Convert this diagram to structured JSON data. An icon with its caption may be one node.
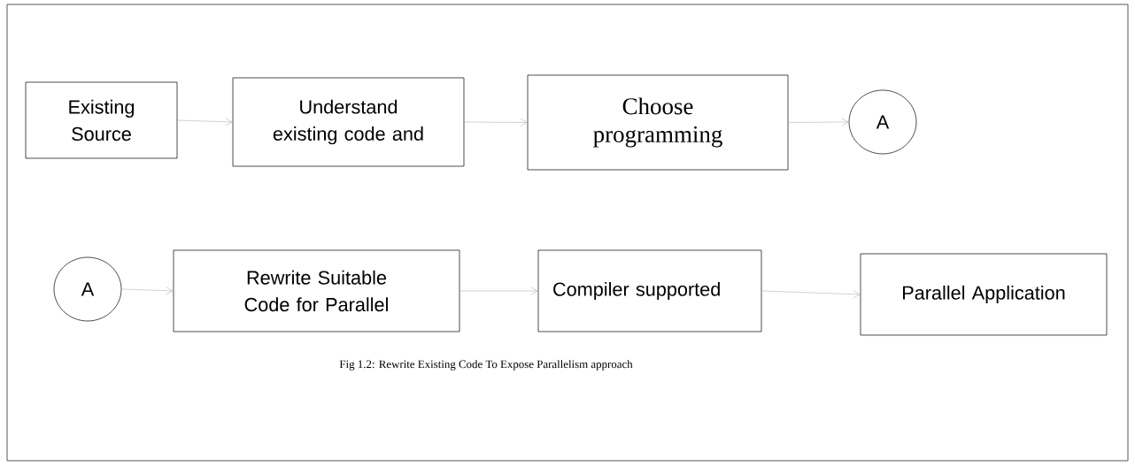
{
  "diagram": {
    "caption": "Fig 1.2: Rewrite Existing Code To Expose Parallelism approach",
    "nodes": [
      {
        "text": [
          "Existing Source"
        ]
      },
      {
        "text": [
          "Understand existing code and"
        ]
      },
      {
        "text": [
          "Choose programming"
        ]
      },
      {
        "text": [
          "A"
        ]
      },
      {
        "text": [
          "A"
        ]
      },
      {
        "text": [
          "Rewrite Suitable Code for Parallel"
        ]
      },
      {
        "text": [
          "Compiler supported"
        ]
      },
      {
        "text": [
          "Parallel Application"
        ]
      }
    ],
    "edges": [
      {
        "from": 0,
        "to": 1,
        "arrow": "to"
      },
      {
        "from": 1,
        "to": 2,
        "arrow": "to"
      },
      {
        "from": 2,
        "to": 3,
        "arrow": "to"
      },
      {
        "from": 4,
        "to": 5,
        "arrow": "to"
      },
      {
        "from": 5,
        "to": 6,
        "arrow": "to"
      },
      {
        "from": 6,
        "to": 7,
        "arrow": "to"
      }
    ]
  }
}
